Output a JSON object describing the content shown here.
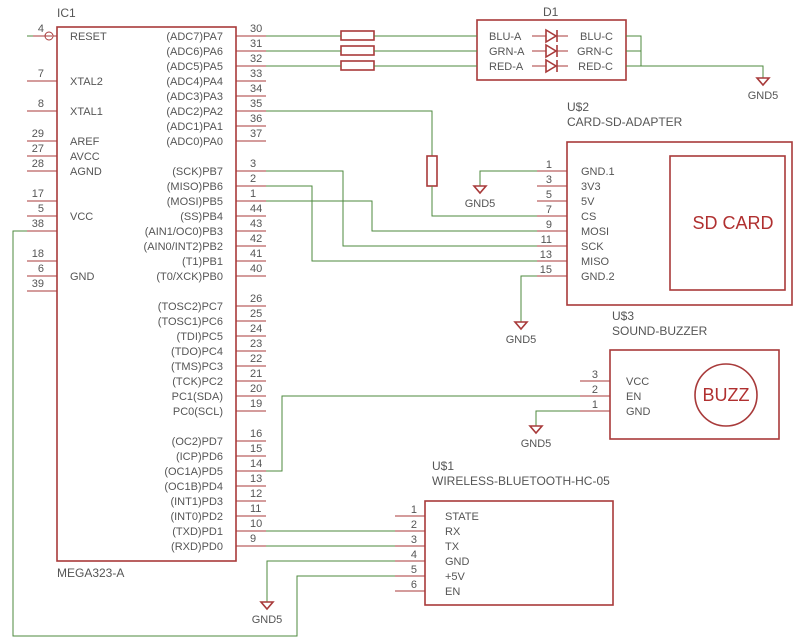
{
  "ic1": {
    "ref": "IC1",
    "value": "MEGA323-A",
    "left_pins": [
      {
        "num": "4",
        "name": "RESET"
      },
      {
        "num": "7",
        "name": "XTAL2"
      },
      {
        "num": "8",
        "name": "XTAL1"
      },
      {
        "num": "29",
        "name": "AREF"
      },
      {
        "num": "27",
        "name": "AVCC"
      },
      {
        "num": "28",
        "name": "AGND"
      },
      {
        "num": "17",
        "name": ""
      },
      {
        "num": "5",
        "name": "VCC"
      },
      {
        "num": "38",
        "name": ""
      },
      {
        "num": "18",
        "name": ""
      },
      {
        "num": "6",
        "name": "GND"
      },
      {
        "num": "39",
        "name": ""
      }
    ],
    "right_pins": [
      {
        "num": "30",
        "name": "(ADC7)PA7"
      },
      {
        "num": "31",
        "name": "(ADC6)PA6"
      },
      {
        "num": "32",
        "name": "(ADC5)PA5"
      },
      {
        "num": "33",
        "name": "(ADC4)PA4"
      },
      {
        "num": "34",
        "name": "(ADC3)PA3"
      },
      {
        "num": "35",
        "name": "(ADC2)PA2"
      },
      {
        "num": "36",
        "name": "(ADC1)PA1"
      },
      {
        "num": "37",
        "name": "(ADC0)PA0"
      },
      {
        "num": "3",
        "name": "(SCK)PB7"
      },
      {
        "num": "2",
        "name": "(MISO)PB6"
      },
      {
        "num": "1",
        "name": "(MOSI)PB5"
      },
      {
        "num": "44",
        "name": "(SS)PB4"
      },
      {
        "num": "43",
        "name": "(AIN1/OC0)PB3"
      },
      {
        "num": "42",
        "name": "(AIN0/INT2)PB2"
      },
      {
        "num": "41",
        "name": "(T1)PB1"
      },
      {
        "num": "40",
        "name": "(T0/XCK)PB0"
      },
      {
        "num": "26",
        "name": "(TOSC2)PC7"
      },
      {
        "num": "25",
        "name": "(TOSC1)PC6"
      },
      {
        "num": "24",
        "name": "(TDI)PC5"
      },
      {
        "num": "23",
        "name": "(TDO)PC4"
      },
      {
        "num": "22",
        "name": "(TMS)PC3"
      },
      {
        "num": "21",
        "name": "(TCK)PC2"
      },
      {
        "num": "20",
        "name": "PC1(SDA)"
      },
      {
        "num": "19",
        "name": "PC0(SCL)"
      },
      {
        "num": "16",
        "name": "(OC2)PD7"
      },
      {
        "num": "15",
        "name": "(ICP)PD6"
      },
      {
        "num": "14",
        "name": "(OC1A)PD5"
      },
      {
        "num": "13",
        "name": "(OC1B)PD4"
      },
      {
        "num": "12",
        "name": "(INT1)PD3"
      },
      {
        "num": "11",
        "name": "(INT0)PD2"
      },
      {
        "num": "10",
        "name": "(TXD)PD1"
      },
      {
        "num": "9",
        "name": "(RXD)PD0"
      }
    ]
  },
  "d1": {
    "ref": "D1",
    "left_labels": [
      "BLU-A",
      "GRN-A",
      "RED-A"
    ],
    "right_labels": [
      "BLU-C",
      "GRN-C",
      "RED-C"
    ]
  },
  "sd": {
    "ref": "U$2",
    "value": "CARD-SD-ADAPTER",
    "card_label": "SD CARD",
    "pins": [
      {
        "num": "1",
        "name": "GND.1"
      },
      {
        "num": "3",
        "name": "3V3"
      },
      {
        "num": "5",
        "name": "5V"
      },
      {
        "num": "7",
        "name": "CS"
      },
      {
        "num": "9",
        "name": "MOSI"
      },
      {
        "num": "11",
        "name": "SCK"
      },
      {
        "num": "13",
        "name": "MISO"
      },
      {
        "num": "15",
        "name": "GND.2"
      }
    ]
  },
  "buzzer": {
    "ref": "U$3",
    "value": "SOUND-BUZZER",
    "label": "BUZZ",
    "pins": [
      {
        "num": "3",
        "name": "VCC"
      },
      {
        "num": "2",
        "name": "EN"
      },
      {
        "num": "1",
        "name": "GND"
      }
    ]
  },
  "bt": {
    "ref": "U$1",
    "value": "WIRELESS-BLUETOOTH-HC-05",
    "pins": [
      {
        "num": "1",
        "name": "STATE"
      },
      {
        "num": "2",
        "name": "RX"
      },
      {
        "num": "3",
        "name": "TX"
      },
      {
        "num": "4",
        "name": "GND"
      },
      {
        "num": "5",
        "name": "+5V"
      },
      {
        "num": "6",
        "name": "EN"
      }
    ]
  },
  "gnd_labels": [
    "GND5",
    "GND5",
    "GND5",
    "GND5",
    "GND5"
  ],
  "colors": {
    "part": "#a83a3a",
    "wire": "#4e8a3e",
    "text": "#555555",
    "accent": "#b03030"
  }
}
